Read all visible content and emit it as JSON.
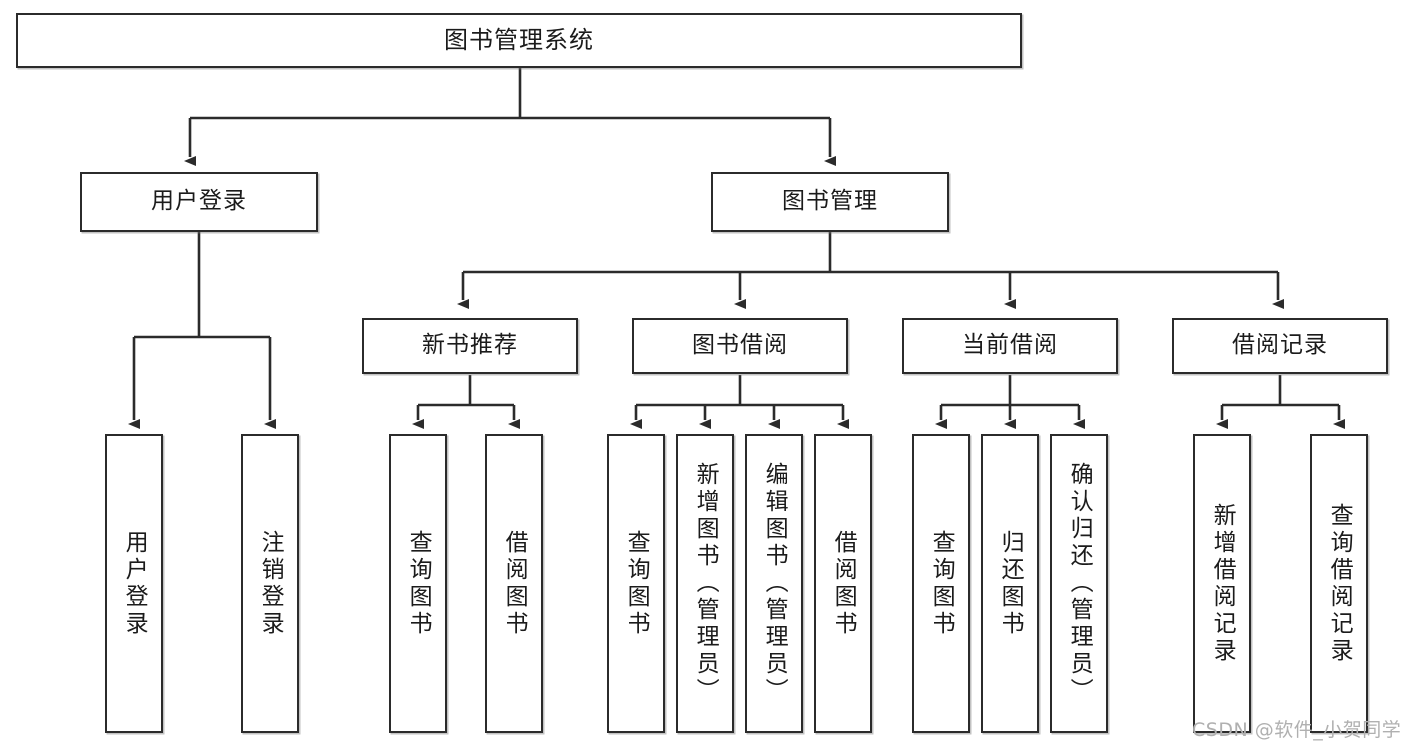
{
  "diagram": {
    "title": "图书管理系统",
    "type": "功能结构图",
    "stroke_color": "#2b2b2b",
    "background_color": "#ffffff",
    "watermark": "CSDN @软件_小贺同学",
    "watermark_color": "#b0b0b0"
  },
  "nodes": {
    "root": {
      "label": "图书管理系统"
    },
    "level2": [
      {
        "id": "user-login",
        "label": "用户登录"
      },
      {
        "id": "book-manage",
        "label": "图书管理"
      }
    ],
    "level3": [
      {
        "id": "new-book-recommend",
        "label": "新书推荐"
      },
      {
        "id": "book-borrow",
        "label": "图书借阅"
      },
      {
        "id": "current-borrow",
        "label": "当前借阅"
      },
      {
        "id": "borrow-record",
        "label": "借阅记录"
      }
    ],
    "leaves": {
      "user-login": [
        {
          "id": "leaf-user-login",
          "label": "用户登录"
        },
        {
          "id": "leaf-logout-login",
          "label": "注销登录"
        }
      ],
      "new-book-recommend": [
        {
          "id": "leaf-query-book-1",
          "label": "查询图书"
        },
        {
          "id": "leaf-borrow-book-1",
          "label": "借阅图书"
        }
      ],
      "book-borrow": [
        {
          "id": "leaf-query-book-2",
          "label": "查询图书"
        },
        {
          "id": "leaf-add-book",
          "label": "新增图书（管理员）"
        },
        {
          "id": "leaf-edit-book",
          "label": "编辑图书（管理员）"
        },
        {
          "id": "leaf-borrow-book-2",
          "label": "借阅图书"
        }
      ],
      "current-borrow": [
        {
          "id": "leaf-query-book-3",
          "label": "查询图书"
        },
        {
          "id": "leaf-return-book",
          "label": "归还图书"
        },
        {
          "id": "leaf-confirm-return",
          "label": "确认归还（管理员）"
        }
      ],
      "borrow-record": [
        {
          "id": "leaf-add-record",
          "label": "新增借阅记录"
        },
        {
          "id": "leaf-query-record",
          "label": "查询借阅记录"
        }
      ]
    }
  }
}
